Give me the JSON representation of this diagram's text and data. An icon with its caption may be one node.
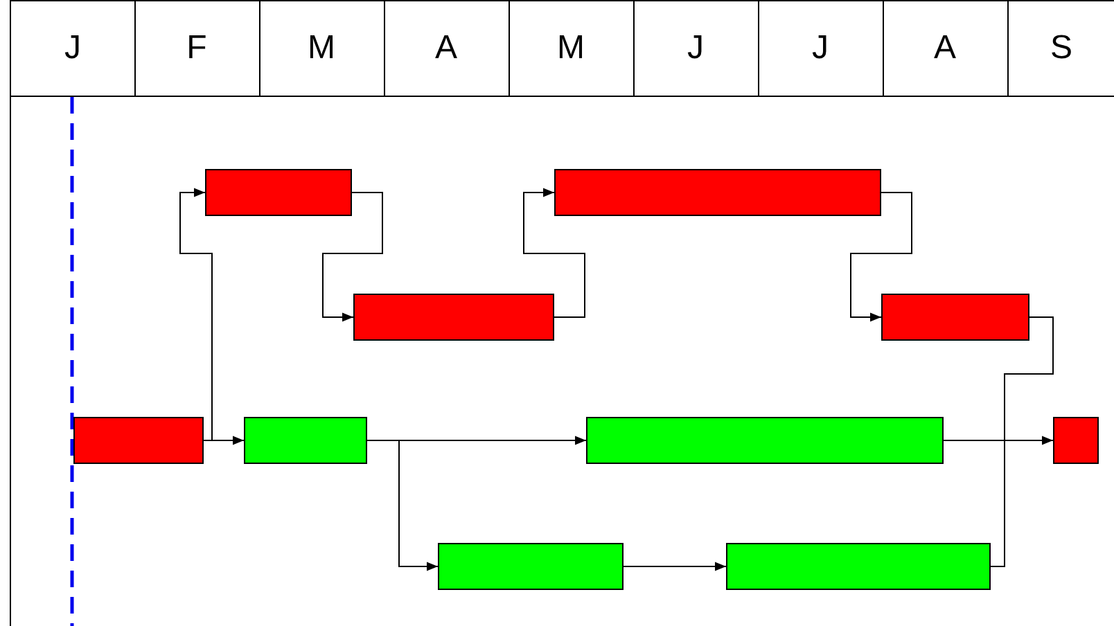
{
  "diagram": {
    "nodes": [
      {
        "text": [],
        "shape": "bar"
      },
      {
        "text": [],
        "shape": "bar"
      },
      {
        "text": [],
        "shape": "bar"
      },
      {
        "text": [],
        "shape": "bar"
      },
      {
        "text": [],
        "shape": "bar"
      },
      {
        "text": [],
        "shape": "bar"
      },
      {
        "text": [],
        "shape": "bar"
      },
      {
        "text": [],
        "shape": "bar"
      },
      {
        "text": [],
        "shape": "bar"
      },
      {
        "text": [],
        "shape": "bar"
      }
    ],
    "edges": [
      {
        "from": 4,
        "to": 5,
        "arrow": "to"
      },
      {
        "from": 4,
        "to": 0,
        "arrow": "to"
      },
      {
        "from": 0,
        "to": 2,
        "arrow": "to"
      },
      {
        "from": 2,
        "to": 1,
        "arrow": "to"
      },
      {
        "from": 1,
        "to": 3,
        "arrow": "to"
      },
      {
        "from": 3,
        "to": 9,
        "arrow": "none"
      },
      {
        "from": 5,
        "to": 6,
        "arrow": "to"
      },
      {
        "from": 5,
        "to": 8,
        "arrow": "to"
      },
      {
        "from": 8,
        "to": 9,
        "arrow": "to"
      },
      {
        "from": 6,
        "to": 7,
        "arrow": "to"
      }
    ],
    "labels": [
      "J",
      "F",
      "M",
      "A",
      "M",
      "J",
      "J",
      "A",
      "S"
    ]
  }
}
